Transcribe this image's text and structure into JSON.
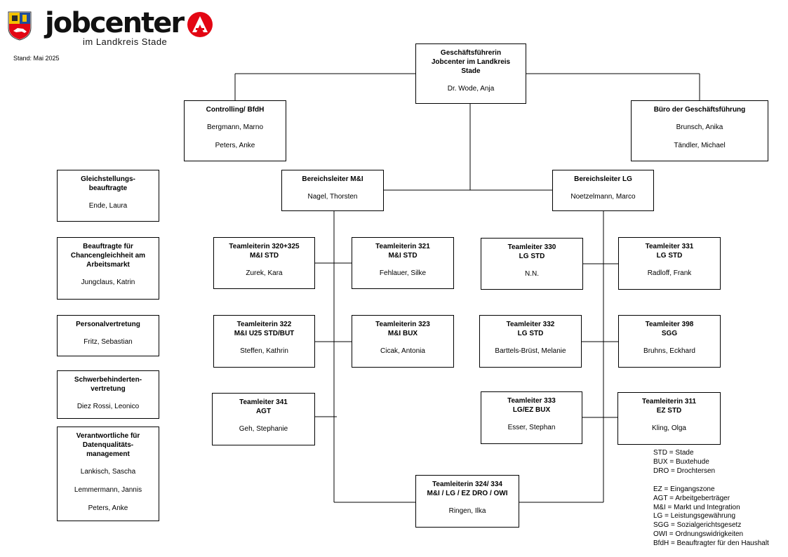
{
  "header": {
    "logo_text": "jobcenter",
    "logo_subtext": "im Landkreis Stade",
    "stand": "Stand: Mai 2025",
    "colors": {
      "logo_red": "#e30613",
      "crest_blue": "#1f4e9c",
      "crest_yellow": "#f2c200"
    }
  },
  "boxes": {
    "gf": {
      "title": [
        "Geschäftsführerin",
        "Jobcenter im Landkreis",
        "Stade"
      ],
      "names": [
        "Dr. Wode, Anja"
      ]
    },
    "controlling": {
      "title": [
        "Controlling/ BfdH"
      ],
      "names": [
        "Bergmann, Marno",
        "Peters, Anke"
      ]
    },
    "buero": {
      "title": [
        "Büro der Geschäftsführung"
      ],
      "names": [
        "Brunsch, Anika",
        "Tändler, Michael"
      ]
    },
    "gleich": {
      "title": [
        "Gleichstellungs-",
        "beauftragte"
      ],
      "names": [
        "Ende, Laura"
      ]
    },
    "chancen": {
      "title": [
        "Beauftragte für",
        "Chancengleichheit am",
        "Arbeitsmarkt"
      ],
      "names": [
        "Jungclaus, Katrin"
      ]
    },
    "personal": {
      "title": [
        "Personalvertretung"
      ],
      "names": [
        "Fritz, Sebastian"
      ]
    },
    "schwer": {
      "title": [
        "Schwerbehinderten-",
        "vertretung"
      ],
      "names": [
        "Diez Rossi, Leonico"
      ]
    },
    "daten": {
      "title": [
        "Verantwortliche für",
        "Datenqualitäts-",
        "management"
      ],
      "names": [
        "Lankisch, Sascha",
        "Lemmermann,  Jannis",
        "Peters, Anke"
      ]
    },
    "bl_mi": {
      "title": [
        "Bereichsleiter M&I"
      ],
      "names": [
        "Nagel, Thorsten"
      ]
    },
    "bl_lg": {
      "title": [
        "Bereichsleiter LG"
      ],
      "names": [
        "Noetzelmann,  Marco"
      ]
    },
    "t320": {
      "title": [
        "Teamleiterin 320+325",
        "M&I STD"
      ],
      "names": [
        "Zurek, Kara"
      ]
    },
    "t321": {
      "title": [
        "Teamleiterin 321",
        "M&I STD"
      ],
      "names": [
        "Fehlauer, Silke"
      ]
    },
    "t322": {
      "title": [
        "Teamleiterin 322",
        "M&I U25 STD/BUT"
      ],
      "names": [
        "Steffen, Kathrin"
      ]
    },
    "t323": {
      "title": [
        "Teamleiterin 323",
        "M&I BUX"
      ],
      "names": [
        "Cicak,  Antonia"
      ]
    },
    "t341": {
      "title": [
        "Teamleiter 341",
        "AGT"
      ],
      "names": [
        "Geh, Stephanie"
      ]
    },
    "t330": {
      "title": [
        "Teamleiter 330",
        "LG STD"
      ],
      "names": [
        "N.N."
      ]
    },
    "t331": {
      "title": [
        "Teamleiter 331",
        "LG STD"
      ],
      "names": [
        "Radloff, Frank"
      ]
    },
    "t332": {
      "title": [
        "Teamleiter 332",
        "LG STD"
      ],
      "names": [
        "Barttels-Brüst, Melanie"
      ]
    },
    "t398": {
      "title": [
        "Teamleiter 398",
        "SGG"
      ],
      "names": [
        "Bruhns, Eckhard"
      ]
    },
    "t333": {
      "title": [
        "Teamleiter 333",
        "LG/EZ BUX"
      ],
      "names": [
        "Esser, Stephan"
      ]
    },
    "t311": {
      "title": [
        "Teamleiterin 311",
        "EZ  STD"
      ],
      "names": [
        "Kling,  Olga"
      ]
    },
    "t324": {
      "title": [
        "Teamleiterin 324/ 334",
        "M&I / LG / EZ DRO  / OWI"
      ],
      "names": [
        "Ringen, Ilka"
      ]
    }
  },
  "legend": {
    "locations": [
      "STD = Stade",
      "BUX = Buxtehude",
      "DRO  = Drochtersen"
    ],
    "abbreviations": [
      "EZ = Eingangszone",
      "AGT = Arbeitgeberträger",
      "M&I = Markt und Integration",
      "LG = Leistungsgewährung",
      "SGG = Sozialgerichtsgesetz",
      "OWI = Ordnungswidrigkeiten",
      "BfdH = Beauftragter für den Haushalt"
    ]
  }
}
